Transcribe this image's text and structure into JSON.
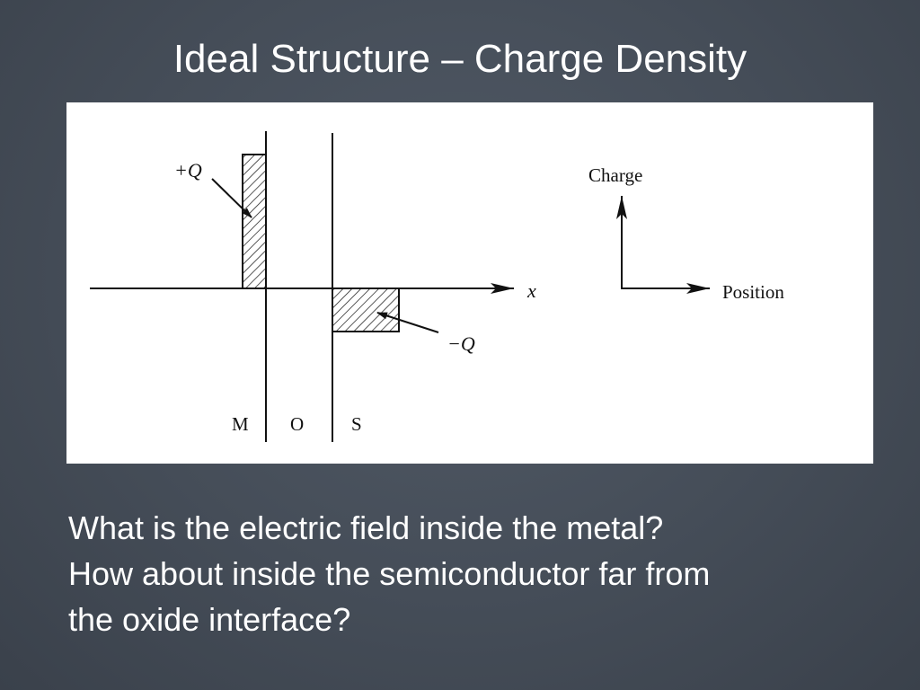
{
  "slide": {
    "title": "Ideal Structure – Charge Density"
  },
  "diagram": {
    "plus_q_label": "+Q",
    "minus_q_label": "−Q",
    "x_axis_label": "x",
    "region_labels": {
      "metal": "M",
      "oxide": "O",
      "semiconductor": "S"
    },
    "legend": {
      "vertical_label": "Charge",
      "horizontal_label": "Position"
    }
  },
  "body": {
    "lines": [
      "What is the electric field inside the metal?",
      "How about inside the semiconductor far from",
      "the oxide interface?"
    ]
  },
  "colors": {
    "background": "#454d58",
    "text": "#ffffff",
    "panel": "#ffffff",
    "ink": "#111111"
  }
}
